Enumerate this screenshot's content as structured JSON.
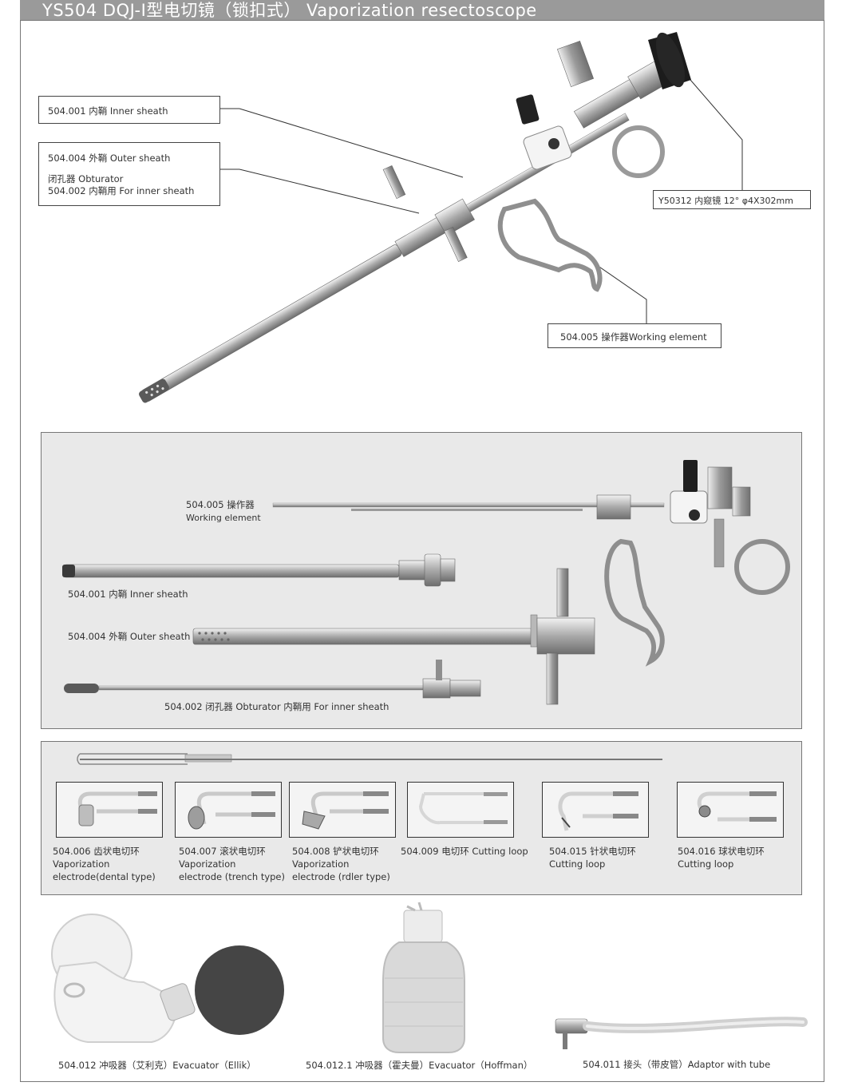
{
  "header": {
    "title": "YS504   DQJ-Ⅰ型电切镜（锁扣式） Vaporization resectoscope"
  },
  "top_callouts": {
    "inner_sheath": "504.001 内鞘 Inner sheath",
    "outer_sheath": "504.004 外鞘 Outer sheath",
    "obturator_line1": "闭孔器  Obturator",
    "obturator_line2": "504.002 内鞘用 For inner sheath",
    "telescope": "Y50312 内窥镜 12°  φ4X302mm",
    "working_element": "504.005 操作器Working element"
  },
  "components_panel": {
    "working_element_cn": "504.005 操作器",
    "working_element_en": "Working element",
    "inner_sheath": "504.001 内鞘 Inner sheath",
    "outer_sheath": "504.004 外鞘 Outer sheath",
    "obturator": "504.002 闭孔器  Obturator  内鞘用 For inner sheath"
  },
  "electrodes": [
    {
      "line1": "504.006 齿状电切环",
      "line2": "Vaporization",
      "line3": "electrode(dental type)"
    },
    {
      "line1": "504.007  滚状电切环",
      "line2": "Vaporization",
      "line3": "electrode (trench type)"
    },
    {
      "line1": "504.008 铲状电切环",
      "line2": "Vaporization",
      "line3": "electrode (rdler type)"
    },
    {
      "line1": "504.009 电切环 Cutting loop",
      "line2": "",
      "line3": ""
    },
    {
      "line1": "504.015  针状电切环",
      "line2": " Cutting loop",
      "line3": ""
    },
    {
      "line1": "504.016  球状电切环",
      "line2": " Cutting loop",
      "line3": ""
    }
  ],
  "accessories": {
    "ellik": "504.012 冲吸器（艾利克）Evacuator（Ellik）",
    "hoffman": "504.012.1 冲吸器（霍夫曼）Evacuator（Hoffman）",
    "adaptor": "504.011 接头（带皮管）Adaptor with tube"
  }
}
